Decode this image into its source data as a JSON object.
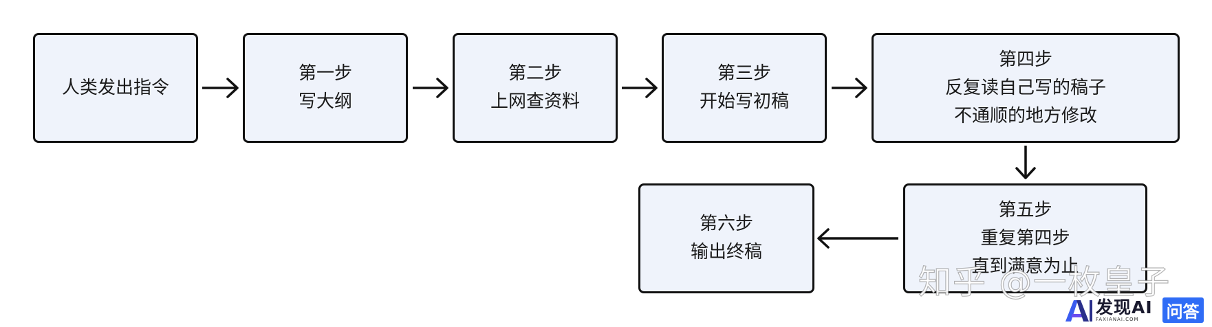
{
  "nodes": [
    {
      "id": "start",
      "lines": [
        "人类发出指令"
      ]
    },
    {
      "id": "step1",
      "lines": [
        "第一步",
        "写大纲"
      ]
    },
    {
      "id": "step2",
      "lines": [
        "第二步",
        "上网查资料"
      ]
    },
    {
      "id": "step3",
      "lines": [
        "第三步",
        "开始写初稿"
      ]
    },
    {
      "id": "step4",
      "lines": [
        "第四步",
        "反复读自己写的稿子",
        "不通顺的地方修改"
      ]
    },
    {
      "id": "step5",
      "lines": [
        "第五步",
        "重复第四步",
        "直到满意为止"
      ]
    },
    {
      "id": "step6",
      "lines": [
        "第六步",
        "输出终稿"
      ]
    }
  ],
  "edges": [
    {
      "from": "start",
      "to": "step1"
    },
    {
      "from": "step1",
      "to": "step2"
    },
    {
      "from": "step2",
      "to": "step3"
    },
    {
      "from": "step3",
      "to": "step4"
    },
    {
      "from": "step4",
      "to": "step5"
    },
    {
      "from": "step5",
      "to": "step6"
    }
  ],
  "watermark": {
    "text": "知乎 @一枚皇子",
    "brand": "发现AI",
    "brand_sub": "FAXIANAI.COM",
    "badge": "问答"
  },
  "colors": {
    "node_fill": "#eff3fb",
    "node_border": "#111111",
    "arrow": "#111111",
    "badge_blue": "#2f6cf6"
  }
}
